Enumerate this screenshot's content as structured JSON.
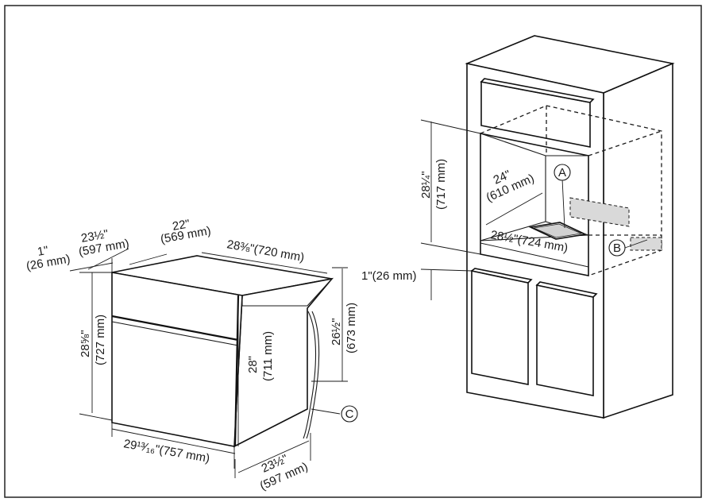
{
  "left_oven": {
    "depth_1": {
      "in": "1\"",
      "mm": "(26 mm)"
    },
    "depth_23": {
      "in": "23½\"",
      "mm": "(597 mm)"
    },
    "depth_22": {
      "in": "22\"",
      "mm": "(569 mm)"
    },
    "width_top": {
      "label": "28⅜\"(720 mm)"
    },
    "height_28_5_8": {
      "in": "28⅝\"",
      "mm": "(727 mm)"
    },
    "height_28": {
      "in": "28\"",
      "mm": "(711 mm)"
    },
    "height_26": {
      "in": "26½\"",
      "mm": "(673 mm)"
    },
    "width_bottom": {
      "label": "29¹³⁄₁₆\"(757 mm)"
    },
    "depth_bottom": {
      "in": "23½\"",
      "mm": "(597 mm)"
    },
    "callout_c": "C"
  },
  "right_cabinet": {
    "height_28_1_4": {
      "in": "28¼\"",
      "mm": "(717 mm)"
    },
    "depth_24": {
      "in": "24\"",
      "mm": "(610 mm)"
    },
    "width_28_1_2": {
      "label": "28½\"(724 mm)"
    },
    "gap_1": {
      "label": "1\"(26 mm)"
    },
    "callout_a": "A",
    "callout_b": "B"
  }
}
